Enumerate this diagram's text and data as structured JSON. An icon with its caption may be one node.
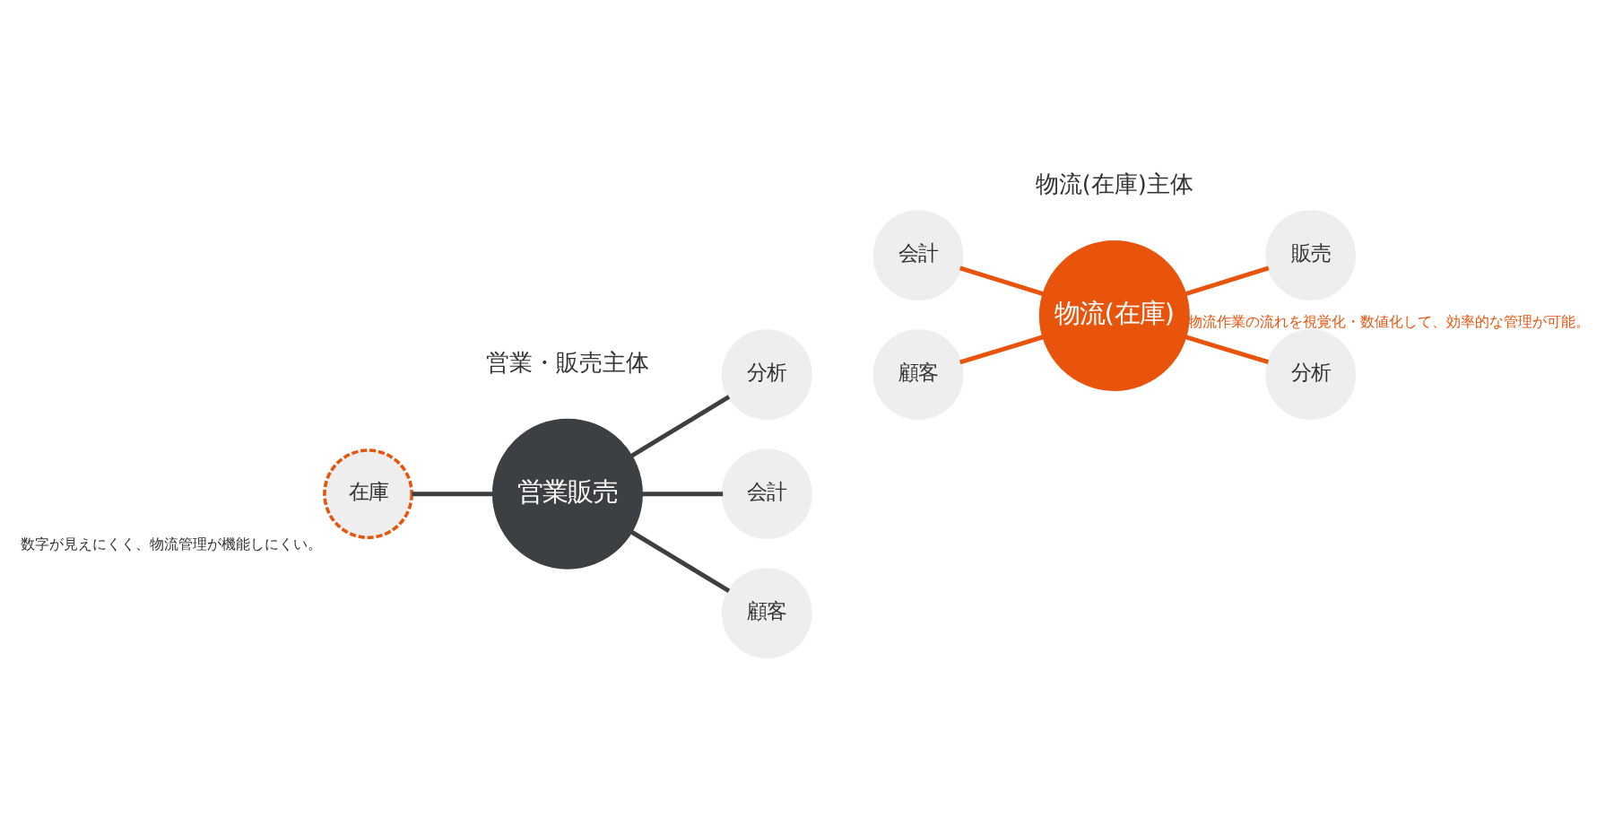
{
  "diagram": {
    "nodes": [
      {
        "text": [
          "営業販売"
        ]
      },
      {
        "text": [
          "分析"
        ]
      },
      {
        "text": [
          "会計"
        ]
      },
      {
        "text": [
          "顧客"
        ]
      },
      {
        "text": [
          "在庫"
        ],
        "beside": [
          "数字が見えにくく、物流管理が機能しにくい。"
        ]
      },
      {
        "text": [
          "物流(在庫)"
        ],
        "beside": [
          "物流作業の流れを視覚化・数値化して、効率的な管理が可能。"
        ]
      },
      {
        "text": [
          "顧客"
        ]
      },
      {
        "text": [
          "販売"
        ]
      },
      {
        "text": [
          "会計"
        ]
      },
      {
        "text": [
          "分析"
        ]
      }
    ],
    "edges": [
      {
        "from": 0,
        "to": 1,
        "arrow": "none"
      },
      {
        "from": 0,
        "to": 2,
        "arrow": "none"
      },
      {
        "from": 0,
        "to": 3,
        "arrow": "none"
      },
      {
        "from": 0,
        "to": 4,
        "arrow": "none"
      },
      {
        "from": 5,
        "to": 6,
        "arrow": "none",
        "color": "#e8540c"
      },
      {
        "from": 5,
        "to": 7,
        "arrow": "none",
        "color": "#e8540c"
      },
      {
        "from": 5,
        "to": 8,
        "arrow": "none",
        "color": "#e8540c"
      },
      {
        "from": 5,
        "to": 9,
        "arrow": "none",
        "color": "#e8540c"
      }
    ],
    "labels": [
      "営業・販売主体",
      "物流(在庫)主体"
    ]
  }
}
